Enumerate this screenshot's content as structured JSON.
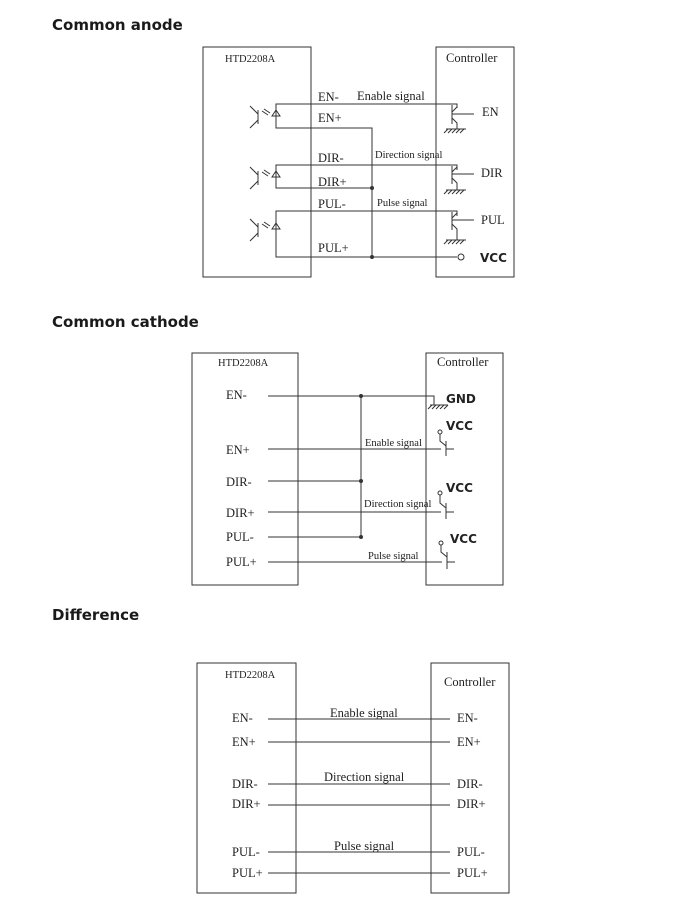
{
  "sections": {
    "anode": {
      "title": "Common anode",
      "left_box": "HTD2208A",
      "right_box": "Controller",
      "pins": [
        "EN-",
        "EN+",
        "DIR-",
        "DIR+",
        "PUL-",
        "PUL+"
      ],
      "signals": [
        "Enable signal",
        "Direction signal",
        "Pulse signal"
      ],
      "controller_pins": [
        "EN",
        "DIR",
        "PUL",
        "VCC"
      ]
    },
    "cathode": {
      "title": "Common cathode",
      "left_box": "HTD2208A",
      "right_box": "Controller",
      "pins": [
        "EN-",
        "EN+",
        "DIR-",
        "DIR+",
        "PUL-",
        "PUL+"
      ],
      "signals": [
        "Enable signal",
        "Direction signal",
        "Pulse signal"
      ],
      "controller_pins": [
        "GND",
        "VCC",
        "VCC",
        "VCC"
      ]
    },
    "difference": {
      "title": "Difference",
      "left_box": "HTD2208A",
      "right_box": "Controller",
      "pins": [
        "EN-",
        "EN+",
        "DIR-",
        "DIR+",
        "PUL-",
        "PUL+"
      ],
      "signals": [
        "Enable signal",
        "Direction signal",
        "Pulse signal"
      ],
      "controller_pins": [
        "EN-",
        "EN+",
        "DIR-",
        "DIR+",
        "PUL-",
        "PUL+"
      ]
    }
  }
}
